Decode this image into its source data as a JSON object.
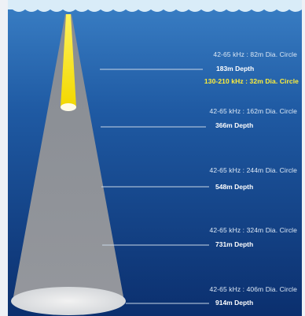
{
  "colors": {
    "water_top": "#3a7fc5",
    "water_bottom": "#0b2f6e",
    "wide_beam": "#8d8f93",
    "narrow_beam": "#f6e400",
    "highlight_text": "#ffef3a",
    "frame_background": "#eef1f6"
  },
  "levels": [
    {
      "beam": "42-65 kHz : 82m Dia. Circle",
      "depth": "183m Depth",
      "narrow": "130-210 kHz : 32m Dia. Circle"
    },
    {
      "beam": "42-65 kHz : 162m Dia. Circle",
      "depth": "366m Depth"
    },
    {
      "beam": "42-65 kHz : 244m Dia. Circle",
      "depth": "548m Depth"
    },
    {
      "beam": "42-65 kHz : 324m Dia. Circle",
      "depth": "731m Depth"
    },
    {
      "beam": "42-65 kHz : 406m Dia. Circle",
      "depth": "914m Depth"
    }
  ]
}
